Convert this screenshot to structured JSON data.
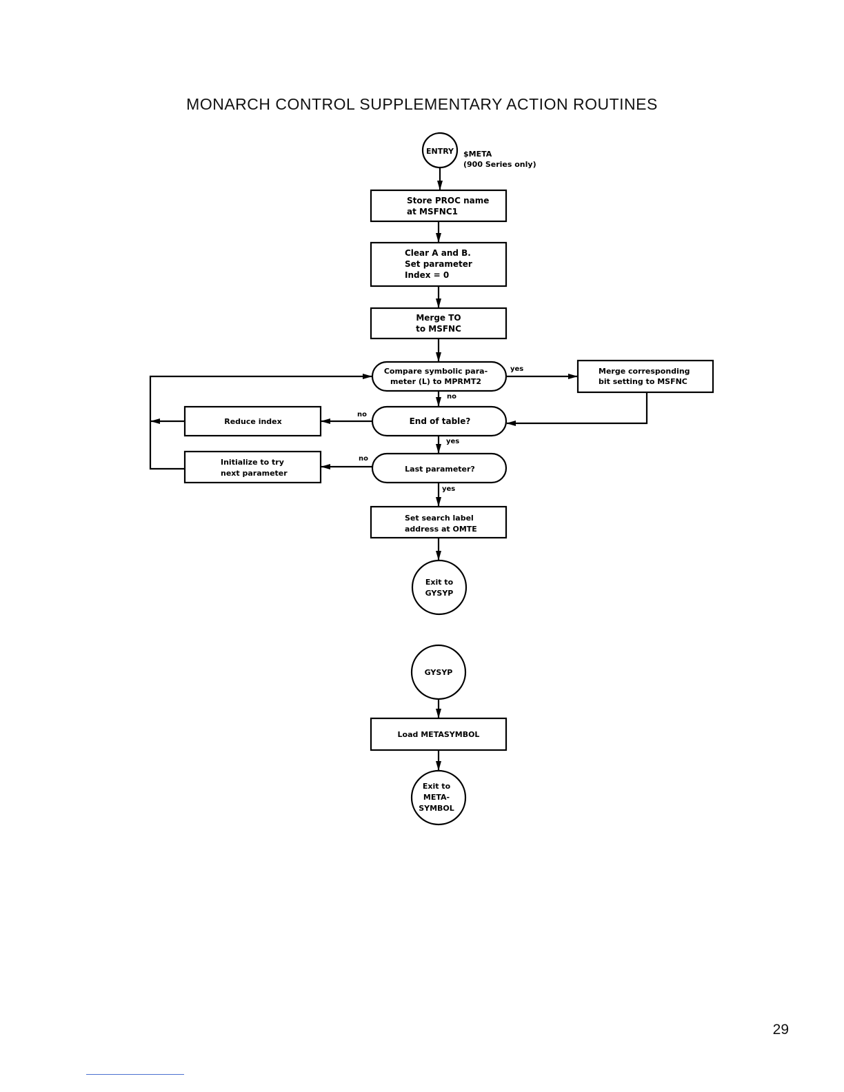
{
  "page": {
    "title": "MONARCH CONTROL SUPPLEMENTARY ACTION ROUTINES",
    "page_number": "29"
  },
  "flowchart": {
    "entry": {
      "label": "ENTRY",
      "name_line1": "$META",
      "name_line2": "(900 Series only)"
    },
    "store_proc": [
      "Store PROC name",
      "at MSFNC1"
    ],
    "clear_ab": [
      "Clear A and B.",
      "Set parameter",
      "Index = 0"
    ],
    "merge_to": [
      "Merge TO",
      "to MSFNC"
    ],
    "compare": [
      "Compare symbolic para-",
      "meter (L) to MPRMT2"
    ],
    "merge_corresponding": [
      "Merge corresponding",
      "bit setting to MSFNC"
    ],
    "end_of_table": "End of table?",
    "reduce_index": "Reduce index",
    "last_parameter": "Last parameter?",
    "initialize": [
      "Initialize to try",
      "next parameter"
    ],
    "set_search": [
      "Set search label",
      "address at OMTE"
    ],
    "exit_gysyp": [
      "Exit to",
      "GYSYP"
    ],
    "gysyp": "GYSYP",
    "load_meta": "Load METASYMBOL",
    "exit_meta": [
      "Exit to",
      "META-",
      "SYMBOL"
    ],
    "labels": {
      "yes": "yes",
      "no": "no"
    }
  }
}
